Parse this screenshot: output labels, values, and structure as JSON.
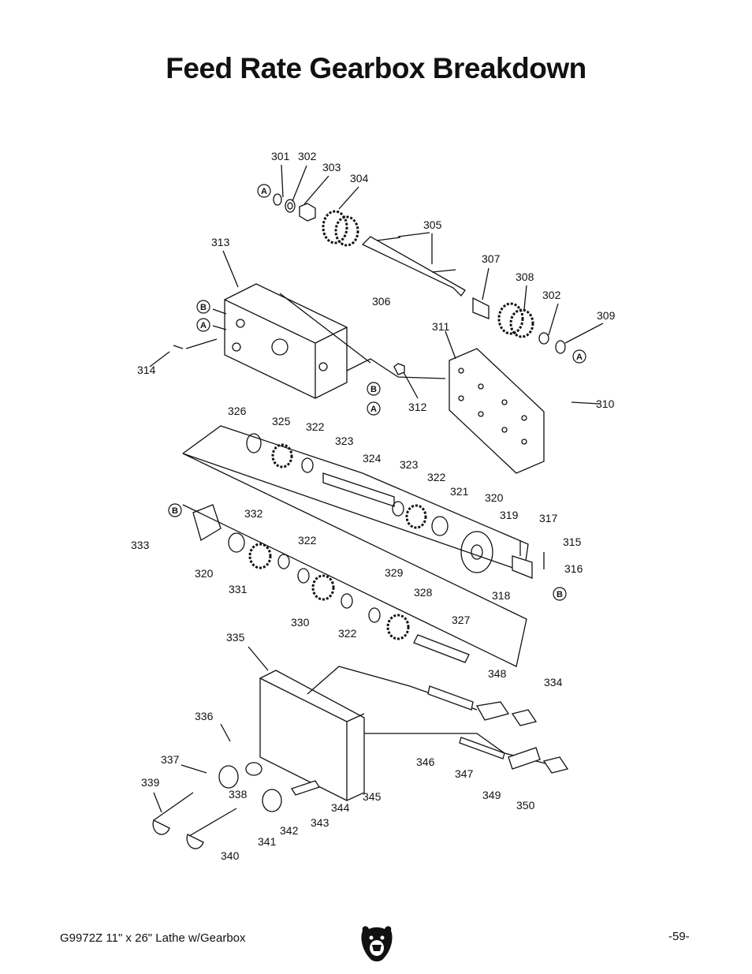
{
  "title": "Feed Rate Gearbox Breakdown",
  "footer": {
    "model": "G9972Z  11\" x 26\" Lathe w/Gearbox",
    "page": "-59-"
  },
  "parts": [
    "301",
    "302",
    "303",
    "304",
    "305",
    "306",
    "307",
    "308",
    "302",
    "309",
    "313",
    "311",
    "314",
    "312",
    "310",
    "326",
    "325",
    "322",
    "323",
    "324",
    "323",
    "322",
    "321",
    "320",
    "319",
    "317",
    "315",
    "316",
    "318",
    "332",
    "333",
    "320",
    "322",
    "331",
    "329",
    "328",
    "330",
    "322",
    "327",
    "335",
    "348",
    "334",
    "336",
    "337",
    "339",
    "338",
    "342",
    "341",
    "340",
    "343",
    "344",
    "345",
    "346",
    "347",
    "349",
    "350"
  ],
  "callouts": [
    "A",
    "A",
    "B",
    "A",
    "B",
    "A",
    "B",
    "B"
  ],
  "icons": {
    "logo": "grizzly-bear-logo"
  }
}
